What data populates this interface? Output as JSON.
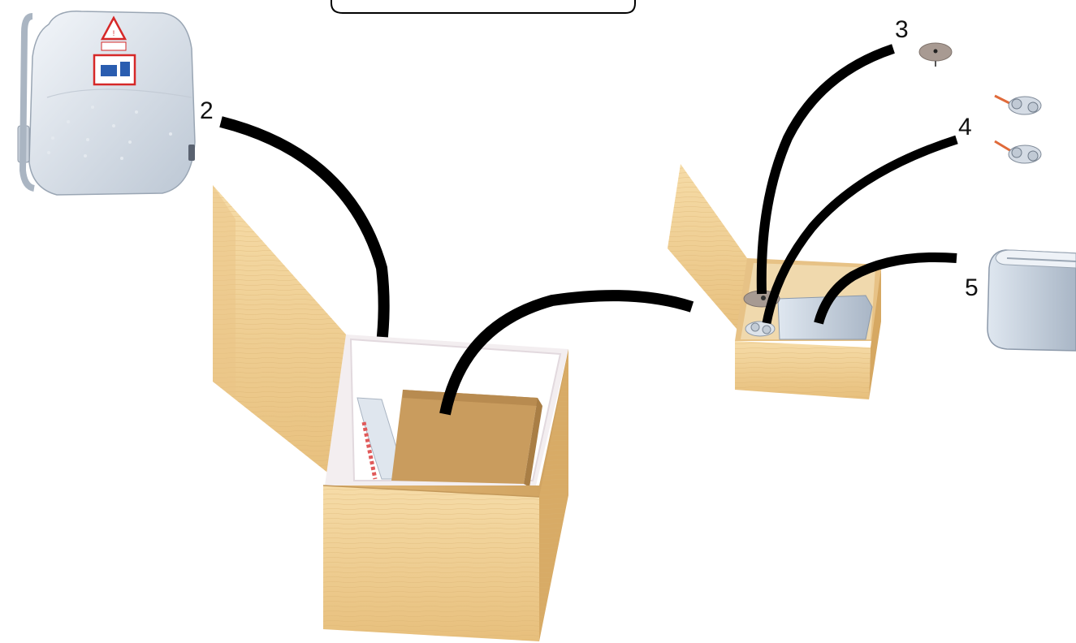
{
  "diagram": {
    "caption_box_text": "",
    "callouts": [
      {
        "id": "2",
        "label": "2"
      },
      {
        "id": "3",
        "label": "3"
      },
      {
        "id": "4",
        "label": "4"
      },
      {
        "id": "5",
        "label": "5"
      }
    ],
    "parts": [
      {
        "name": "seat-shell-with-warning-labels"
      },
      {
        "name": "large-wooden-crate-open"
      },
      {
        "name": "inner-wooden-box"
      },
      {
        "name": "small-wooden-crate-open"
      },
      {
        "name": "round-mounting-disc"
      },
      {
        "name": "pipe-clamps"
      },
      {
        "name": "metal-cover-bracket"
      }
    ]
  },
  "colors": {
    "wood_light": "#f2d49c",
    "wood_mid": "#e8c07c",
    "wood_dark": "#c99e5d",
    "metal_light": "#e8eef5",
    "metal_mid": "#b9c4d2",
    "leader": "#000000",
    "warning_red": "#d62828"
  }
}
